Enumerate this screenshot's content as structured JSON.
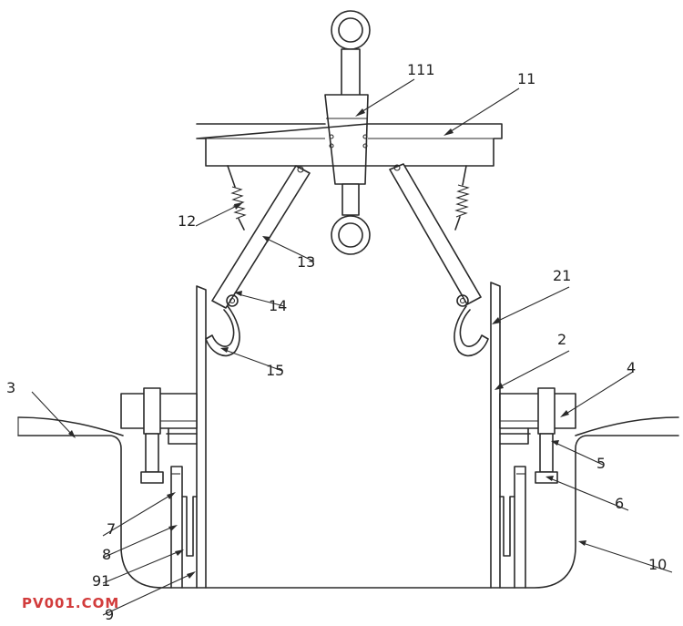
{
  "labels": {
    "l111": "111",
    "l11": "11",
    "l12": "12",
    "l13": "13",
    "l14": "14",
    "l15": "15",
    "l21": "21",
    "l2": "2",
    "l3": "3",
    "l4": "4",
    "l5": "5",
    "l6": "6",
    "l7": "7",
    "l8": "8",
    "l91": "91",
    "l9": "9",
    "l10": "10"
  },
  "watermark": "PV001.COM",
  "colors": {
    "line": "#2a2a2a",
    "watermark": "#d23c3c",
    "background": "#ffffff"
  }
}
